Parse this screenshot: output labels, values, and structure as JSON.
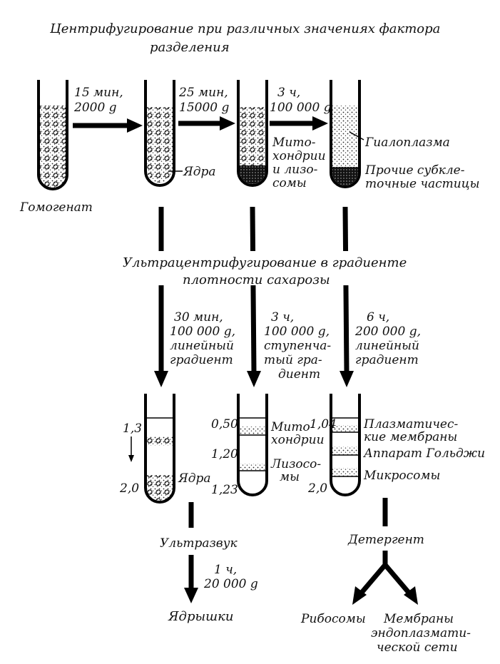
{
  "title_line1": "Центрифугирование при различных значениях фактора",
  "title_line2": "разделения",
  "homogenate": "Гомогенат",
  "steps": {
    "s1_a": "15 мин,",
    "s1_b": "2000 g",
    "s2_a": "25 мин,",
    "s2_b": "15000 g",
    "s3_a": "3 ч,",
    "s3_b": "100 000 g"
  },
  "labels": {
    "nuclei": "Ядра",
    "mito1": "Мито-",
    "mito2": "хондрии",
    "mito3": "и лизо-",
    "mito4": "сомы",
    "hyalo": "Гиалоплазма",
    "other1": "Прочие субкле-",
    "other2": "точные частицы"
  },
  "ultra_line1": "Ультрацентрифугирование в градиенте",
  "ultra_line2": "плотности сахарозы",
  "cond": {
    "c1": [
      "30 мин,",
      "100 000 g,",
      "линейный",
      "градиент"
    ],
    "c2": [
      "3 ч,",
      "100 000 g,",
      "ступенча-",
      "тый гра-",
      "диент"
    ],
    "c3": [
      "6 ч,",
      "200 000 g,",
      "линейный",
      "градиент"
    ]
  },
  "densities": {
    "d13": "1,3",
    "d20": "2,0",
    "d050": "0,50",
    "d120": "1,20",
    "d123": "1,23",
    "d104": "1,04",
    "d20b": "2,0"
  },
  "bottom_labels": {
    "nuclei2": "Ядра",
    "mito_a": "Мито-",
    "mito_b": "хондрии",
    "lyso_a": "Лизосо-",
    "lyso_b": "мы",
    "plasma_a": "Плазматичес-",
    "plasma_b": "кие мембраны",
    "golgi": "Аппарат Гольджи",
    "micro": "Микросомы"
  },
  "ultrasound": "Ультразвук",
  "last_step_a": "1 ч,",
  "last_step_b": "20 000 g",
  "nucleoli": "Ядрышки",
  "detergent": "Детергент",
  "ribosomes": "Рибосомы",
  "er_a": "Мембраны",
  "er_b": "эндоплазмати-",
  "er_c": "ческой сети"
}
